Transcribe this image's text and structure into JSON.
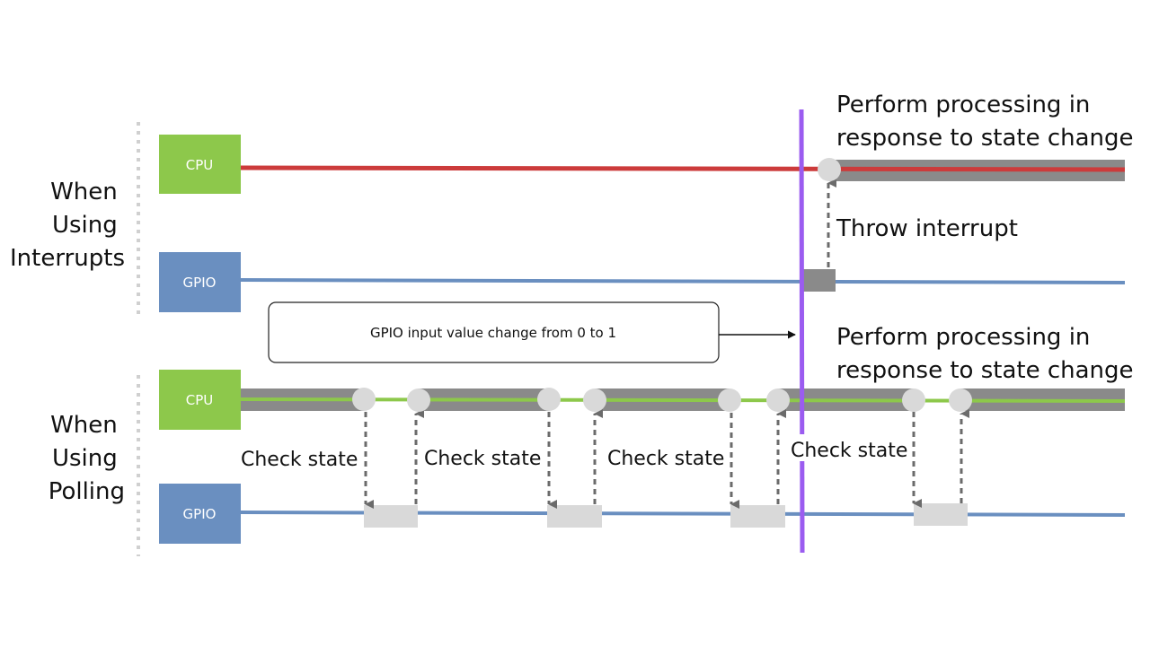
{
  "interrupts_section": {
    "title": [
      "When",
      "Using",
      "Interrupts"
    ],
    "cpu_label": "CPU",
    "gpio_label": "GPIO",
    "process_text": [
      "Perform processing in",
      "response to state change"
    ],
    "interrupt_text": "Throw interrupt"
  },
  "polling_section": {
    "title": [
      "When",
      "Using",
      "Polling"
    ],
    "cpu_label": "CPU",
    "gpio_label": "GPIO",
    "process_text": [
      "Perform processing in",
      "response to state change"
    ],
    "check_labels": [
      "Check state",
      "Check state",
      "Check state",
      "Check state"
    ]
  },
  "event_note": "GPIO input value change from 0 to 1",
  "colors": {
    "cpu_box": "#8dc84b",
    "gpio_box": "#6a8fc0",
    "cpu_line_interrupt": "#cc3b3b",
    "gpio_line": "#6a8fc0",
    "cpu_line_polling": "#8dc84b",
    "busy_band": "#8a8a8a",
    "event_line": "#9b5cf0",
    "node": "#d9d9d9",
    "arrow": "#6b6b6b"
  }
}
